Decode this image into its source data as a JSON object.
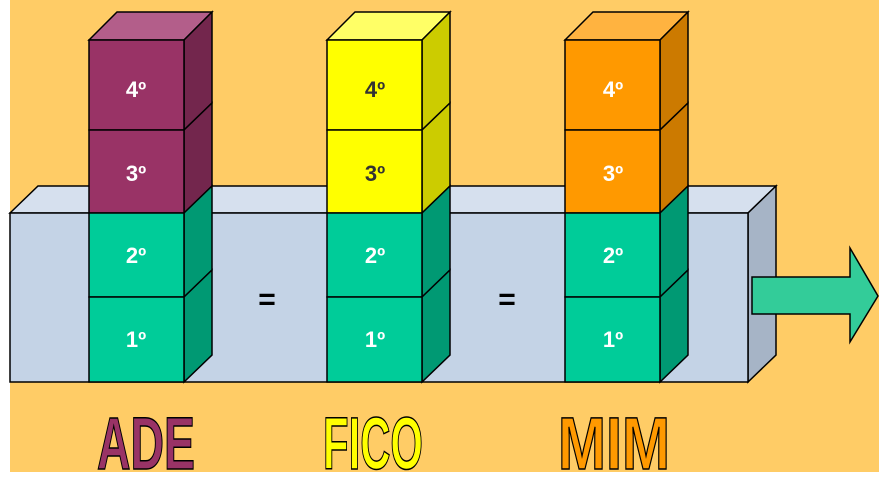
{
  "colors": {
    "background": "#FFCC66",
    "track": "#C4D3E6",
    "base_blocks": "#00CC99",
    "arrow": "#33CC99"
  },
  "equals_sign": "=",
  "groups": [
    {
      "name": "ADE",
      "top_color": "#993366",
      "blocks": [
        {
          "label": "1º"
        },
        {
          "label": "2º"
        },
        {
          "label": "3º"
        },
        {
          "label": "4º"
        }
      ]
    },
    {
      "name": "FICO",
      "top_color": "#FFFF00",
      "blocks": [
        {
          "label": "1º"
        },
        {
          "label": "2º"
        },
        {
          "label": "3º"
        },
        {
          "label": "4º"
        }
      ]
    },
    {
      "name": "MIM",
      "top_color": "#FF9900",
      "blocks": [
        {
          "label": "1º"
        },
        {
          "label": "2º"
        },
        {
          "label": "3º"
        },
        {
          "label": "4º"
        }
      ]
    }
  ]
}
